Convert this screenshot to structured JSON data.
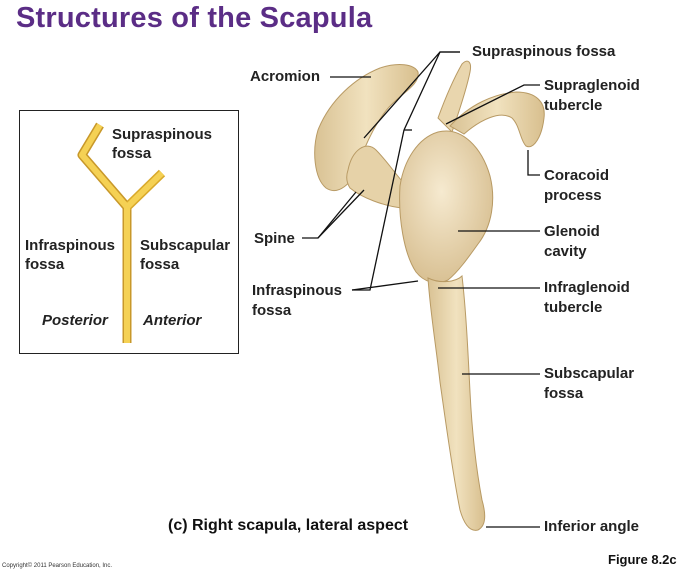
{
  "title": "Structures of the Scapula",
  "inset": {
    "labels": {
      "supraspinous": "Supraspinous fossa",
      "infraspinous": "Infraspinous fossa",
      "subscapular": "Subscapular fossa",
      "posterior": "Posterior",
      "anterior": "Anterior"
    }
  },
  "labels": {
    "acromion": "Acromion",
    "supraspinous_fossa": "Supraspinous fossa",
    "supraglenoid_tubercle": "Supraglenoid tubercle",
    "coracoid_process": "Coracoid process",
    "glenoid_cavity": "Glenoid cavity",
    "spine": "Spine",
    "infraspinous_fossa": "Infraspinous fossa",
    "infraglenoid_tubercle": "Infraglenoid tubercle",
    "subscapular_fossa": "Subscapular fossa",
    "inferior_angle": "Inferior angle"
  },
  "caption": "(c) Right scapula, lateral aspect",
  "figure_number": "Figure 8.2c",
  "copyright": "Copyright© 2011 Pearson Education, Inc.",
  "colors": {
    "title": "#5b2d86",
    "bone": "#ecdab4",
    "bone_shadow": "#c9b083",
    "inset_fork": "#f2c94c"
  }
}
